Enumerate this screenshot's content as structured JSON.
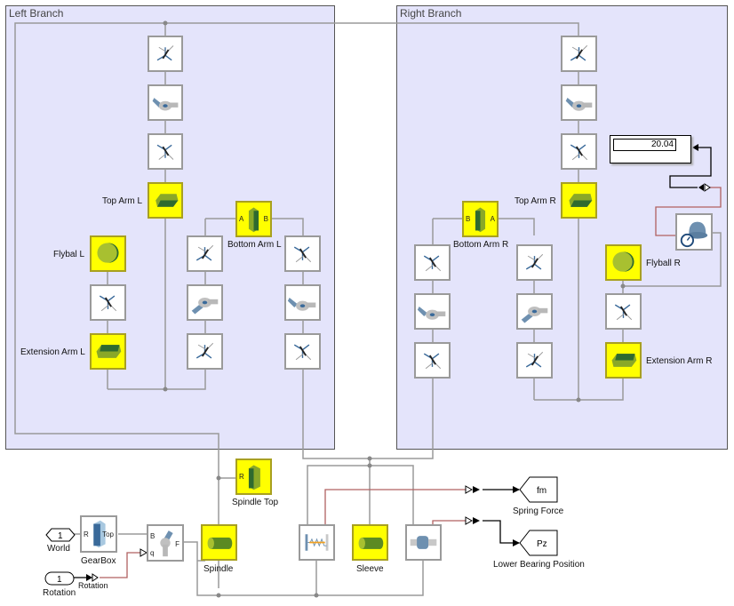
{
  "areas": {
    "left": {
      "title": "Left Branch"
    },
    "right": {
      "title": "Right Branch"
    }
  },
  "blocks": {
    "top_arm_l": "Top Arm L",
    "bottom_arm_l": "Bottom Arm L",
    "flybal_l": "Flybal L",
    "extension_arm_l": "Extension Arm L",
    "top_arm_r": "Top Arm R",
    "bottom_arm_r": "Bottom Arm R",
    "flyball_r": "Flyball R",
    "extension_arm_r": "Extension Arm R",
    "spindle_top": "Spindle Top",
    "spindle": "Spindle",
    "sleeve": "Sleeve",
    "gearbox": "GearBox",
    "world": "World",
    "rotation": "Rotation",
    "rotation_conv": "Rotation",
    "spring_force": "Spring Force",
    "lower_bearing_position": "Lower Bearing Position"
  },
  "ports": {
    "world_num": "1",
    "rotation_num": "1",
    "fm_tag": "fm",
    "pz_tag": "Pz",
    "gearbox_r": "R",
    "gearbox_top": "Top",
    "revolute_b": "B",
    "revolute_f": "F",
    "revolute_q": "q",
    "spindle_top_r": "R",
    "bottom_arm_a": "A",
    "bottom_arm_b": "B"
  },
  "display": {
    "value": "20.04"
  },
  "colors": {
    "area_bg": "#e4e4fb",
    "body_yellow": "#ffff00",
    "physical_line": "#9a9a9a",
    "signal_line": "#b06060"
  }
}
